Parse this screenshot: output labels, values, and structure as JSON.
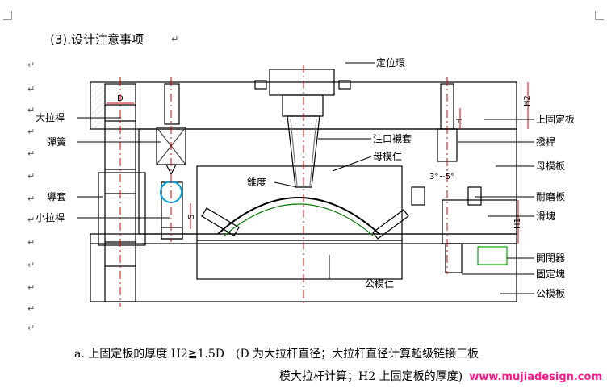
{
  "heading": "(3).设计注意事项",
  "para_mark": "↵",
  "labels": {
    "locating_ring": "定位環",
    "top_plate": "上固定板",
    "pull_rod": "撥桿",
    "cavity_plate": "母模板",
    "wear_plate": "耐磨板",
    "slider": "滑塊",
    "latch": "開閉器",
    "fixed_block": "固定塊",
    "core_plate": "公模板",
    "big_pull_rod": "大拉桿",
    "spring": "彈簧",
    "guide_bush": "導套",
    "small_pull_rod": "小拉桿",
    "sprue_bush": "注口襯套",
    "cavity_insert": "母模仁",
    "taper": "錐度",
    "core_insert": "公模仁",
    "dim_d": "D",
    "dim_h2": "H2",
    "dim_h": "H",
    "dim_h1": "H1",
    "dim_s": "S",
    "angle": "3°~5°"
  },
  "caption": {
    "line1": "a. 上固定板的厚度 H2≧1.5D　(D 为大拉杆直径；大拉杆直径计算超级链接三板",
    "line2": "模大拉杆计算；H2 上固定板的厚度)"
  },
  "watermark": "www.mujiadesign.com"
}
